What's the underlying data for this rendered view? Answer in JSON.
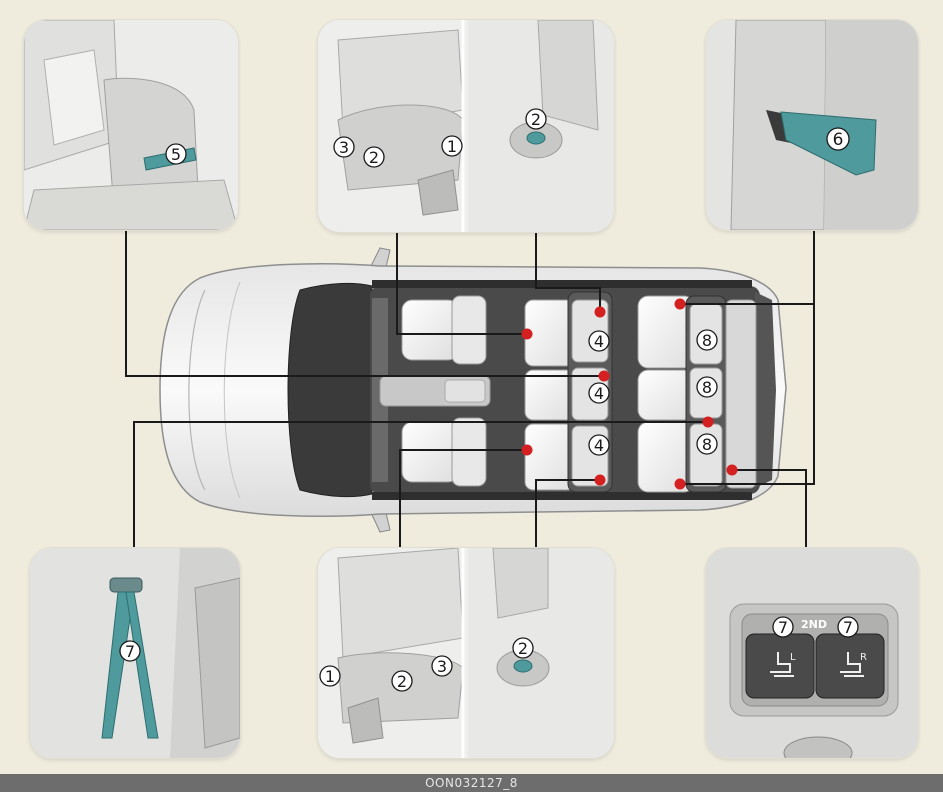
{
  "figure_code": "OON032127_8",
  "callouts": {
    "n1": "1",
    "n2": "2",
    "n3": "3",
    "n4": "4",
    "n5": "5",
    "n6": "6",
    "n7": "7",
    "n8": "8"
  },
  "switch_panel": {
    "row_label": "2ND",
    "left_mark": "L",
    "right_mark": "R"
  },
  "colors": {
    "background": "#efebdd",
    "marker": "#d42020",
    "strap": "#4e9a9c",
    "footer": "#6d6d6d"
  }
}
